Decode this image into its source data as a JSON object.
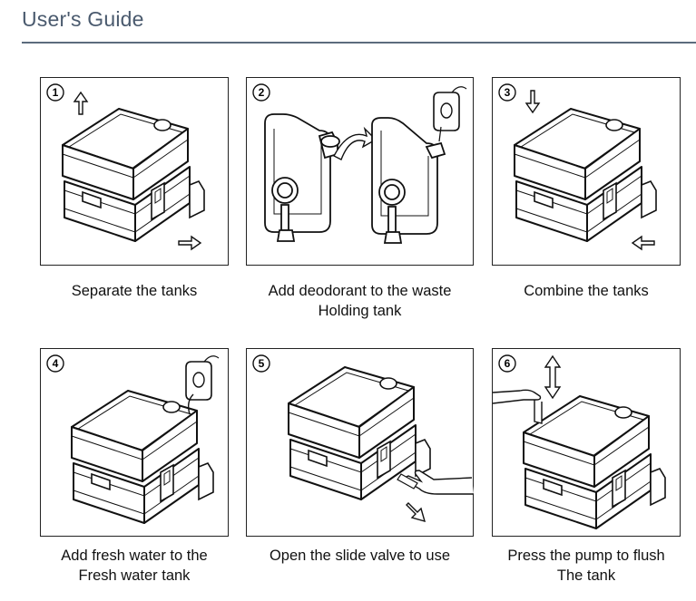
{
  "header": {
    "title": "User's Guide"
  },
  "steps": [
    {
      "number": "1",
      "caption_line1": "Separate the tanks",
      "caption_line2": ""
    },
    {
      "number": "2",
      "caption_line1": "Add deodorant to the waste",
      "caption_line2": "Holding tank"
    },
    {
      "number": "3",
      "caption_line1": "Combine the tanks",
      "caption_line2": ""
    },
    {
      "number": "4",
      "caption_line1": "Add fresh water to the",
      "caption_line2": "Fresh water tank"
    },
    {
      "number": "5",
      "caption_line1": "Open the slide valve to use",
      "caption_line2": ""
    },
    {
      "number": "6",
      "caption_line1": "Press the pump to flush",
      "caption_line2": "The tank"
    }
  ]
}
